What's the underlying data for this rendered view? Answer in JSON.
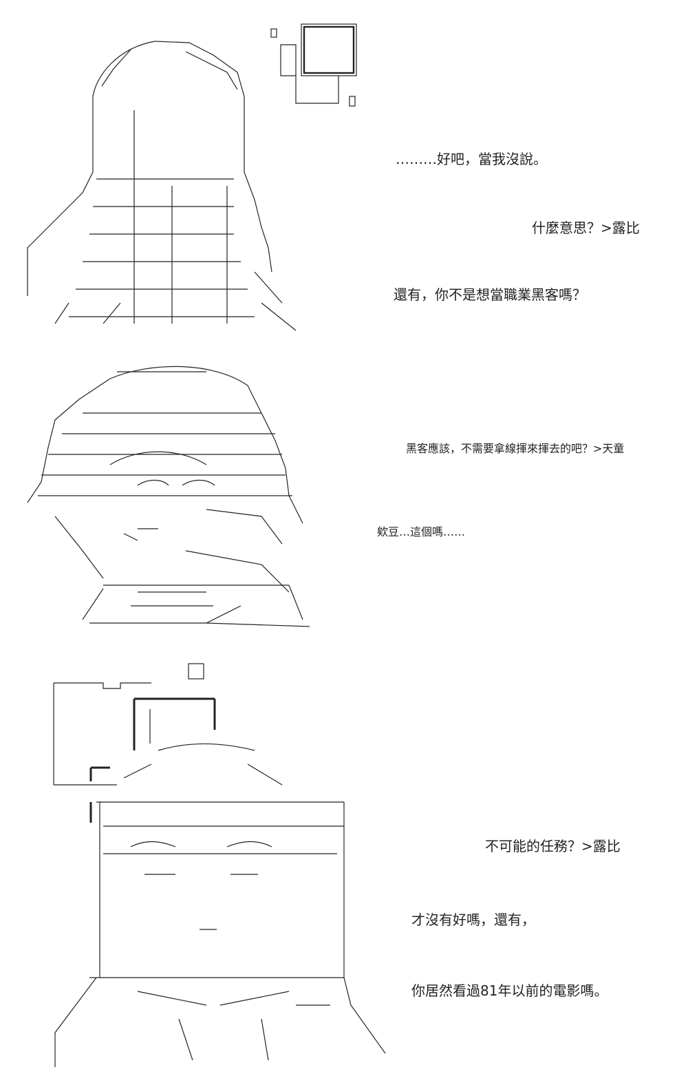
{
  "panel1": {
    "lines": [
      "………好吧，當我沒說。",
      "什麼意思？>露比",
      "還有，你不是想當職業黑客嗎？"
    ]
  },
  "panel2": {
    "lines": [
      "黑客應該，不需要拿線揮來揮去的吧？>天童",
      "欸豆…這個嗎……"
    ]
  },
  "panel3": {
    "lines": [
      "不可能的任務？>露比",
      "才沒有好嗎，還有，",
      "你居然看過81年以前的電影嗎。"
    ]
  }
}
